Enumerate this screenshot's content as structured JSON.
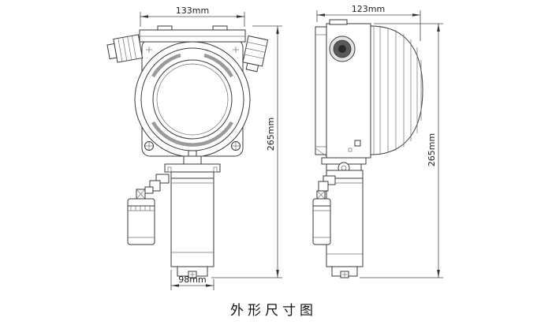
{
  "title": "外形尺寸图",
  "dimensions": {
    "front_width": "133mm",
    "side_width": "123mm",
    "front_height": "265mm",
    "side_height": "265mm",
    "bottom_width": "98mm"
  },
  "colors": {
    "line": "#3a3a3a",
    "background": "#ffffff"
  }
}
